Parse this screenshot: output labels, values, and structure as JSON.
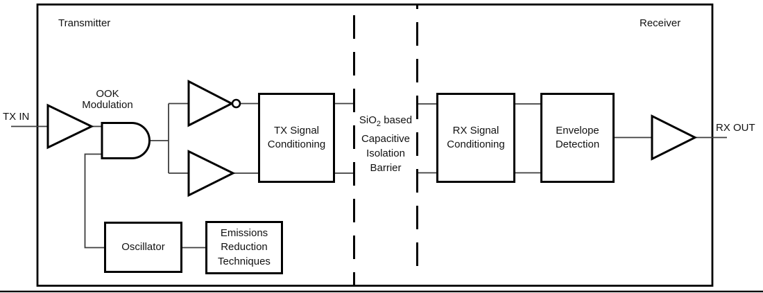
{
  "diagram": {
    "section_labels": {
      "transmitter": "Transmitter",
      "receiver": "Receiver"
    },
    "io": {
      "tx_in": "TX IN",
      "rx_out": "RX OUT"
    },
    "annotations": {
      "ook": {
        "line1": "OOK",
        "line2": "Modulation"
      },
      "barrier": {
        "sio_prefix": "SiO",
        "sio_sub": "2",
        "sio_suffix": " based",
        "line2": "Capacitive",
        "line3": "Isolation",
        "line4": "Barrier"
      }
    },
    "blocks": {
      "tx_signal": "TX Signal Conditioning",
      "rx_signal": "RX Signal Conditioning",
      "envelope": "Envelope Detection",
      "oscillator": "Oscillator",
      "emissions": "Emissions Reduction Techniques"
    },
    "icons": [
      "tx-input-buffer-icon",
      "and-gate-icon",
      "inverting-buffer-icon",
      "non-inverting-buffer-icon",
      "rx-output-buffer-icon"
    ],
    "colors": {
      "stroke": "#000000",
      "wire": "#3d3d3d",
      "text": "#111111",
      "background": "#ffffff"
    }
  }
}
